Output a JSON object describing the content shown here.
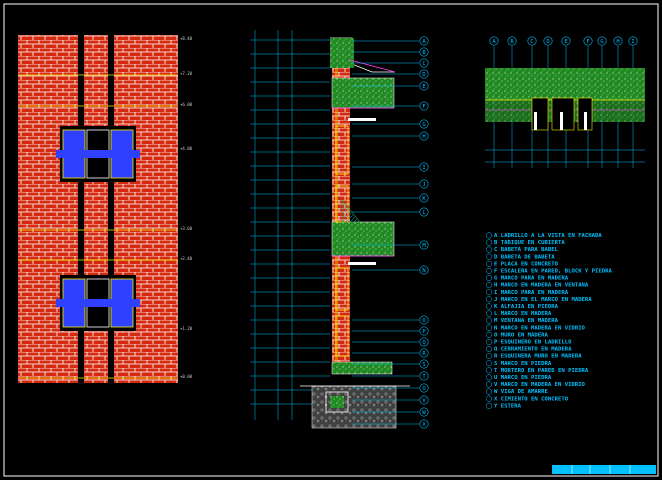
{
  "drawing": {
    "colors": {
      "background": "#000000",
      "brick": "#d42a10",
      "mortar": "#ffffff",
      "cyan": "#00c0ff",
      "concrete": "#1f8a1f",
      "yellow": "#f5f000",
      "magenta": "#ff40ff",
      "frame": "#ffffff"
    },
    "section_bubbles": [
      "A",
      "B",
      "C",
      "D",
      "E",
      "F",
      "G",
      "H",
      "I",
      "J",
      "K",
      "L",
      "M",
      "N",
      "O",
      "P",
      "Q",
      "R",
      "S",
      "T",
      "U",
      "V",
      "W",
      "X"
    ],
    "plan_bubbles": [
      "A",
      "B",
      "C",
      "D",
      "E",
      "F",
      "G",
      "H",
      "I"
    ],
    "legend": [
      "A LADRILLO A LA VISTA EN FACHADA",
      "B TABIQUE EN CUBIERTA",
      "C BABETA PARA BABEL",
      "D BABETA DE BABETA",
      "E PLACA EN CONCRETO",
      "F ESCALERA EN PARED, BLOCK Y PIEDRA",
      "G MARCO PARA EN MADERA",
      "H MARCO EN MADERA EN VENTANA",
      "I MARCO PARA EN MADERA",
      "J MARCO EN EL MARCO EN MADERA",
      "K ALFAJIA EN PIEDRA",
      "L MARCO EN MADERA",
      "M VENTANA EN MADERA",
      "N MARCO EN MADERA EN VIDRIO",
      "O MURO EN MADERA",
      "P ESQUINERO EN LADRILLO",
      "Q CERRAMIENTO EN MADERA",
      "R ESQUINERA MURO EN MADERA",
      "S MARCO EN PIEDRA",
      "T MORTERO EN PARED EN PIEDRA",
      "U MARCO EN PIEDRA",
      "V MARCO EN MADERA EN VIDRIO",
      "W VIGA DE AMARRE",
      "X CIMIENTO EN CONCRETO",
      "Y ESTERA"
    ],
    "elevation_levels": [
      "+0.00",
      "+1.20",
      "+2.40",
      "+3.60",
      "+4.80",
      "+6.00",
      "+7.20",
      "+8.40"
    ]
  }
}
